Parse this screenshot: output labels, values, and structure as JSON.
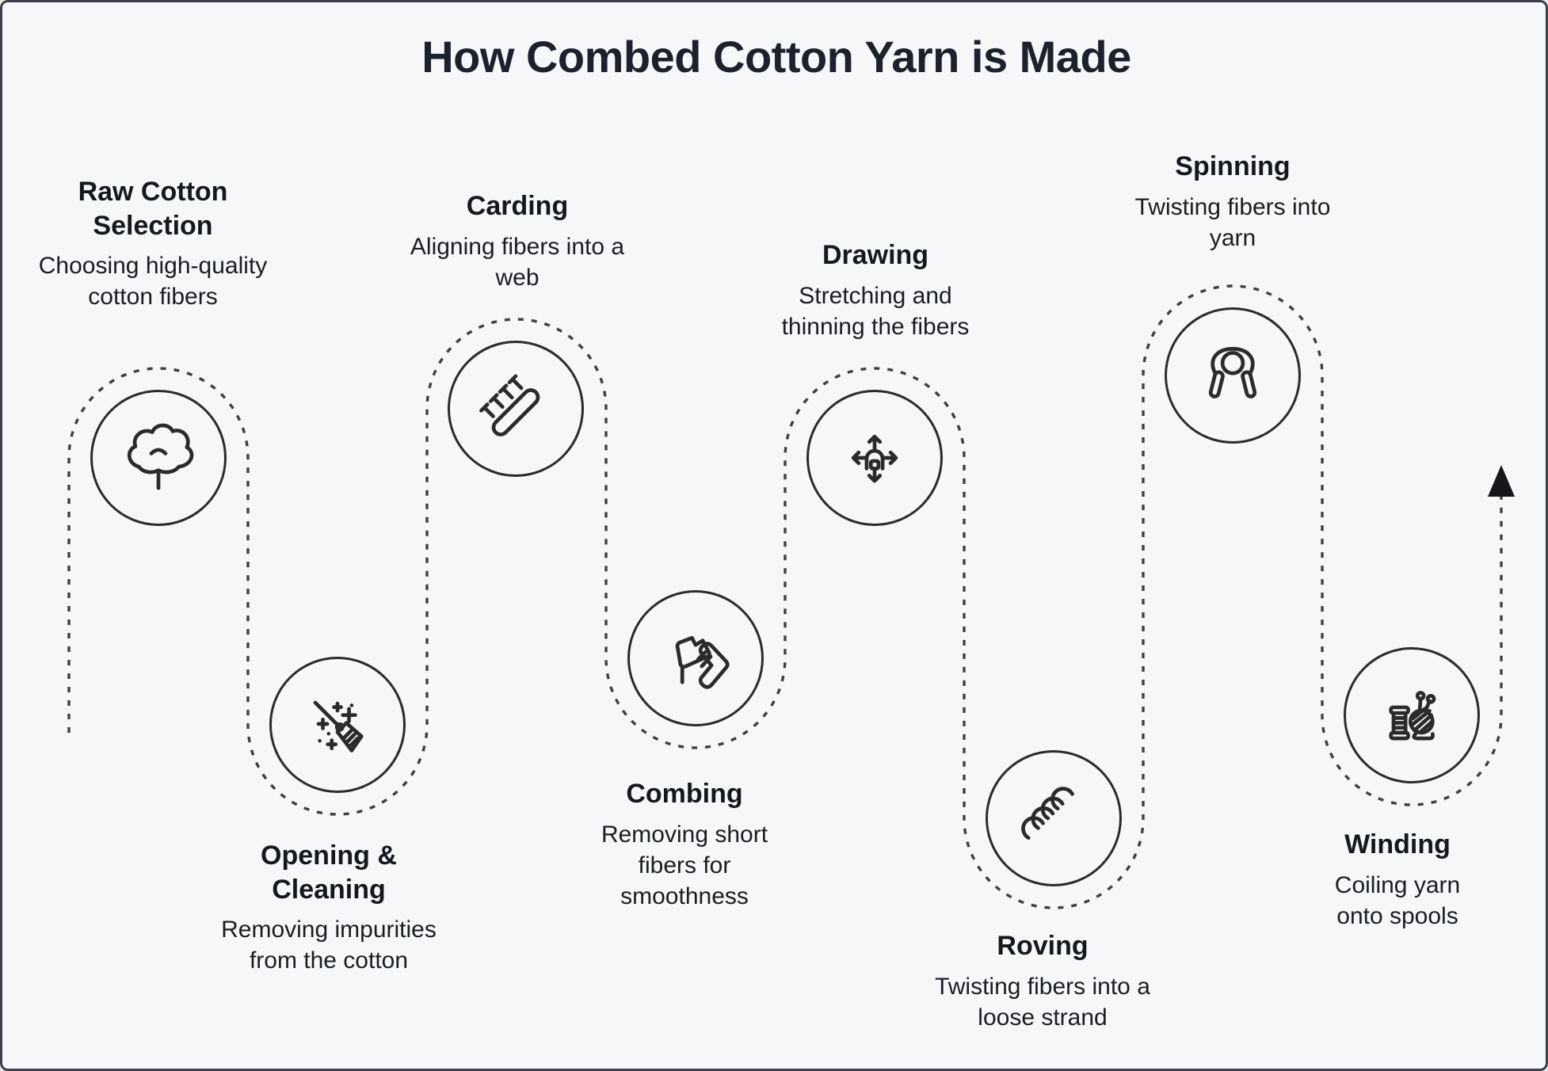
{
  "title": "How Combed Cotton Yarn is Made",
  "colors": {
    "background": "#f6f7f9",
    "border": "#3a3f4a",
    "title_text": "#1c212e",
    "body_text": "#1a1d22",
    "line_stroke": "#2b2b2b",
    "dotted_path": "#3f3f3f"
  },
  "flow": {
    "style": "serpentine dotted path through circular icon nodes",
    "end_marker": "up-arrow"
  },
  "steps": [
    {
      "name": "Raw Cotton Selection",
      "description": "Choosing high-quality cotton fibers",
      "icon": "cotton-boll-icon",
      "row": "top"
    },
    {
      "name": "Opening & Cleaning",
      "description": "Removing impurities from the cotton",
      "icon": "broom-sparkles-icon",
      "row": "bottom"
    },
    {
      "name": "Carding",
      "description": "Aligning fibers into a web",
      "icon": "carding-comb-icon",
      "row": "top"
    },
    {
      "name": "Combing",
      "description": "Removing short fibers for smoothness",
      "icon": "comb-chevron-icon",
      "row": "bottom"
    },
    {
      "name": "Drawing",
      "description": "Stretching and thinning the fibers",
      "icon": "stretch-arrows-icon",
      "row": "top"
    },
    {
      "name": "Roving",
      "description": "Twisting fibers into a loose strand",
      "icon": "twisted-strand-icon",
      "row": "bottom"
    },
    {
      "name": "Spinning",
      "description": "Twisting fibers into yarn",
      "icon": "spinning-rope-icon",
      "row": "top"
    },
    {
      "name": "Winding",
      "description": "Coiling yarn onto spools",
      "icon": "spool-yarn-ball-icon",
      "row": "bottom"
    }
  ]
}
